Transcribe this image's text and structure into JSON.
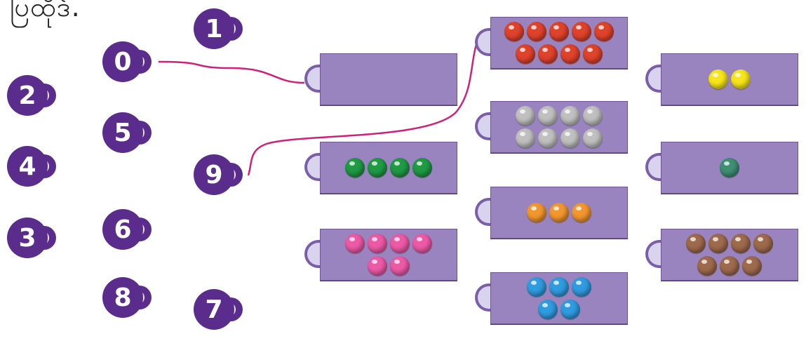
{
  "instruction_text": "ပြထိုဒ်.",
  "colors": {
    "badge": "#5a2d8c",
    "card": "#9a84bf",
    "connector_line": "#d0207a"
  },
  "number_badges": [
    "1",
    "0",
    "2",
    "5",
    "4",
    "9",
    "6",
    "3",
    "8",
    "7"
  ],
  "bead_cards": [
    {
      "id": "empty",
      "count": 0,
      "color": "none",
      "rows": []
    },
    {
      "id": "red",
      "count": 9,
      "color": "#e0432b",
      "rows": [
        5,
        4
      ]
    },
    {
      "id": "yellow",
      "count": 2,
      "color": "#f6e51c",
      "rows": [
        2
      ]
    },
    {
      "id": "gray",
      "count": 8,
      "color": "#c0c0c0",
      "rows": [
        4,
        4
      ]
    },
    {
      "id": "green",
      "count": 4,
      "color": "#1f9a45",
      "rows": [
        4
      ]
    },
    {
      "id": "teal",
      "count": 1,
      "color": "#3f8f74",
      "rows": [
        1
      ]
    },
    {
      "id": "orange",
      "count": 3,
      "color": "#f2962f",
      "rows": [
        3
      ]
    },
    {
      "id": "pink",
      "count": 6,
      "color": "#ec5aa6",
      "rows": [
        4,
        2
      ]
    },
    {
      "id": "brown",
      "count": 7,
      "color": "#9e6a4c",
      "rows": [
        4,
        3
      ]
    },
    {
      "id": "blue",
      "count": 5,
      "color": "#2f9be0",
      "rows": [
        3,
        2
      ]
    }
  ],
  "connections": [
    {
      "from": "0",
      "to": "empty"
    },
    {
      "from": "9",
      "to": "red"
    }
  ]
}
